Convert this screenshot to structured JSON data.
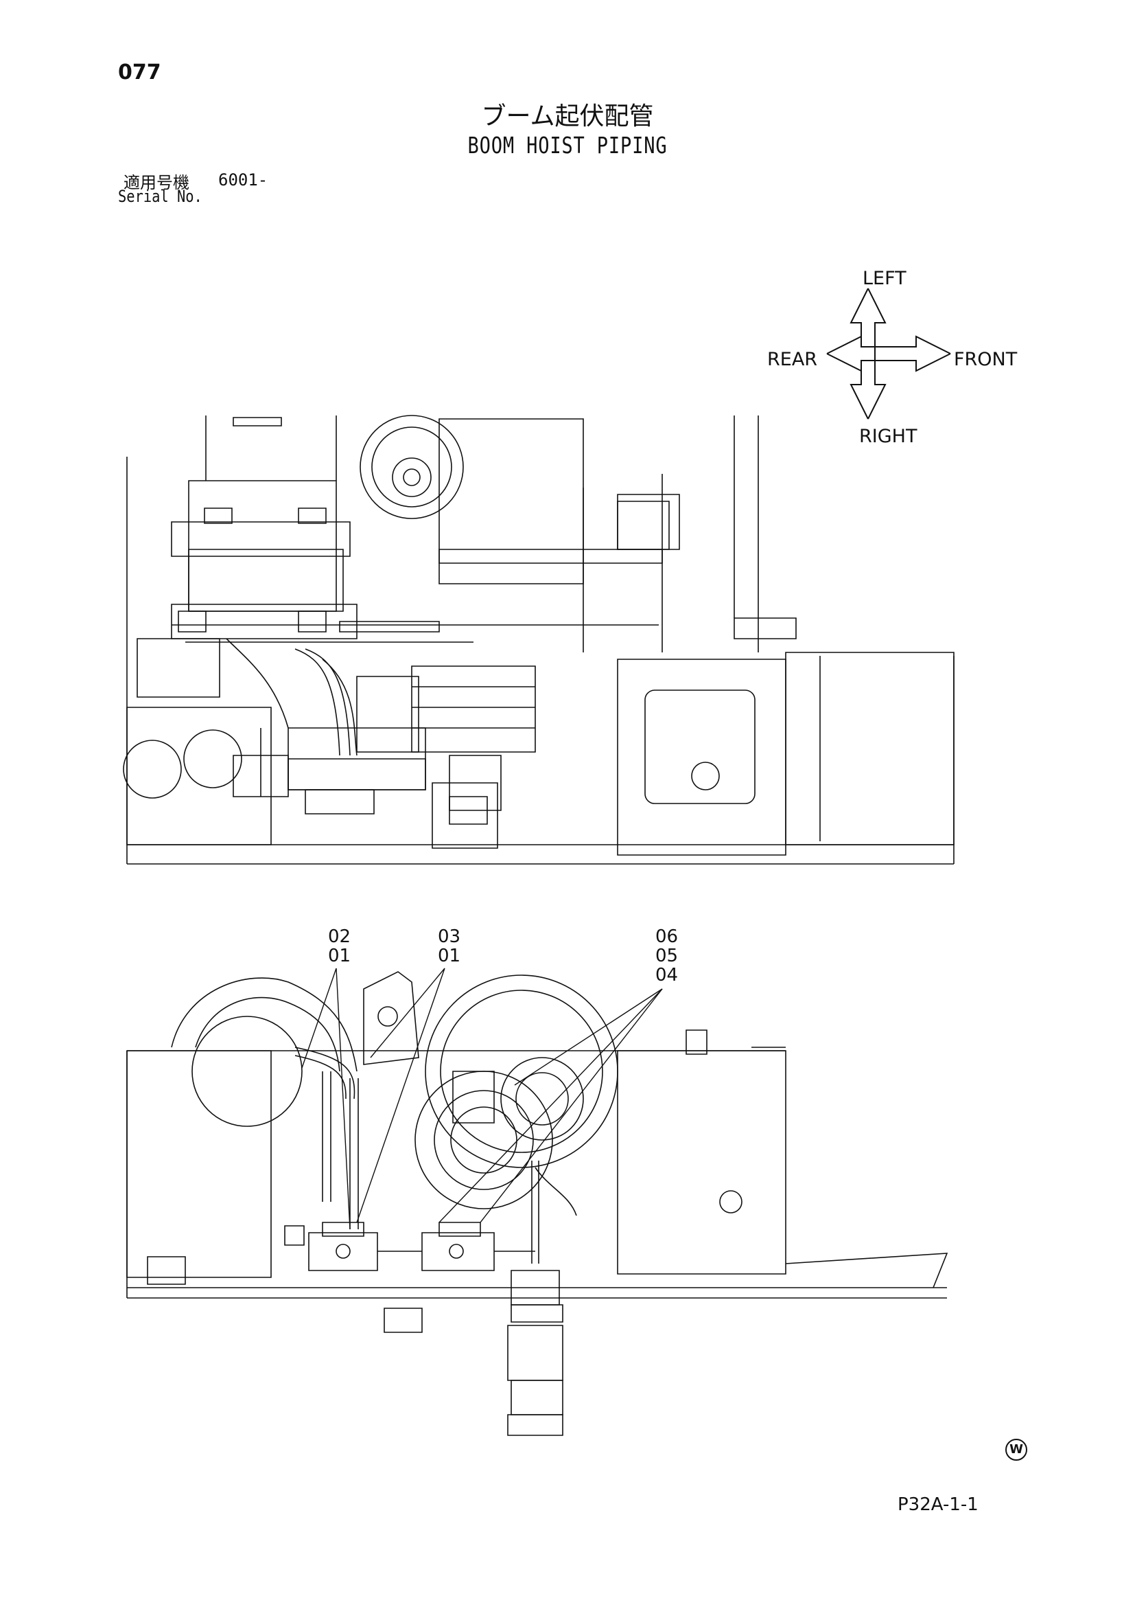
{
  "header": {
    "page_number": "077",
    "title_ja": "ブーム起伏配管",
    "title_en": "BOOM HOIST PIPING",
    "serial_label_ja": "適用号機",
    "serial_label_en": "Serial No.",
    "serial_value": "6001-"
  },
  "orientation": {
    "left": "LEFT",
    "rear": "REAR",
    "front": "FRONT",
    "right": "RIGHT"
  },
  "callouts": {
    "group_a": [
      "02",
      "01"
    ],
    "group_b": [
      "03",
      "01"
    ],
    "group_c": [
      "06",
      "05",
      "04"
    ]
  },
  "footer": {
    "revision_mark": "W",
    "document_code": "P32A-1-1"
  }
}
